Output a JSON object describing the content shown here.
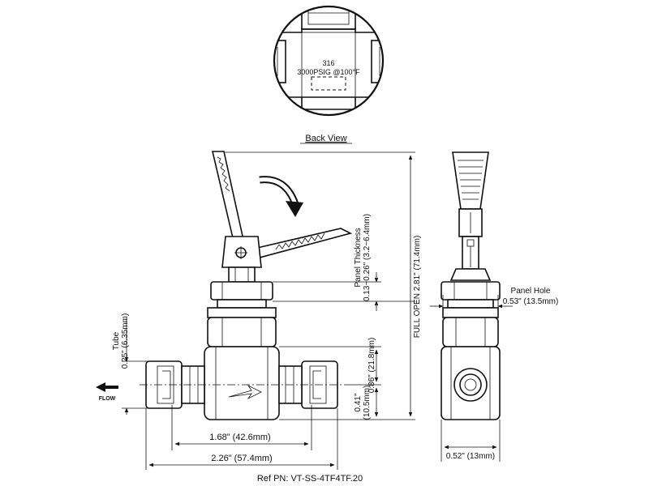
{
  "back_view": {
    "title": "Back View",
    "material": "316",
    "rating": "3000PSIG @100°F"
  },
  "dimensions": {
    "tube": "Tube",
    "tube_size": "0.25\" (6.35mm)",
    "flow": "FLOW",
    "panel_thickness": "Panel Thickness",
    "panel_thickness_value": "0.13~0.26\" (3.2~6.4mm)",
    "full_open": "FULL OPEN 2.81\" (71.4mm)",
    "height_body": "0.86\" (21.8mm)",
    "height_center_1": "0.41\"",
    "height_center_2": "(10.5mm)",
    "port_spacing": "1.68\" (42.6mm)",
    "overall_length": "2.26\" (57.4mm)",
    "panel_hole": "Panel Hole",
    "panel_hole_value": "0.53\" (13.5mm)",
    "width": "0.52\" (13mm)"
  },
  "ref_pn": "Ref PN: VT-SS-4TF4TF.20"
}
